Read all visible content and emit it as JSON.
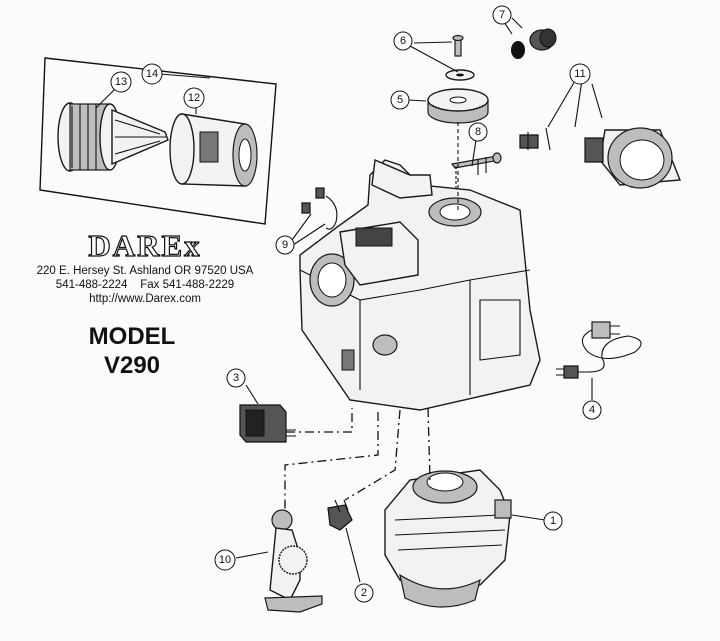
{
  "brand": {
    "logo_text": "DAREx",
    "address": "220 E. Hersey St. Ashland OR 97520 USA",
    "phone": "541-488-2224",
    "fax": "Fax 541-488-2229",
    "website": "http://www.Darex.com"
  },
  "model": {
    "label": "MODEL",
    "number": "V290"
  },
  "callouts": [
    "1",
    "2",
    "3",
    "4",
    "5",
    "6",
    "7",
    "8",
    "9",
    "10",
    "11",
    "12",
    "13",
    "14"
  ]
}
